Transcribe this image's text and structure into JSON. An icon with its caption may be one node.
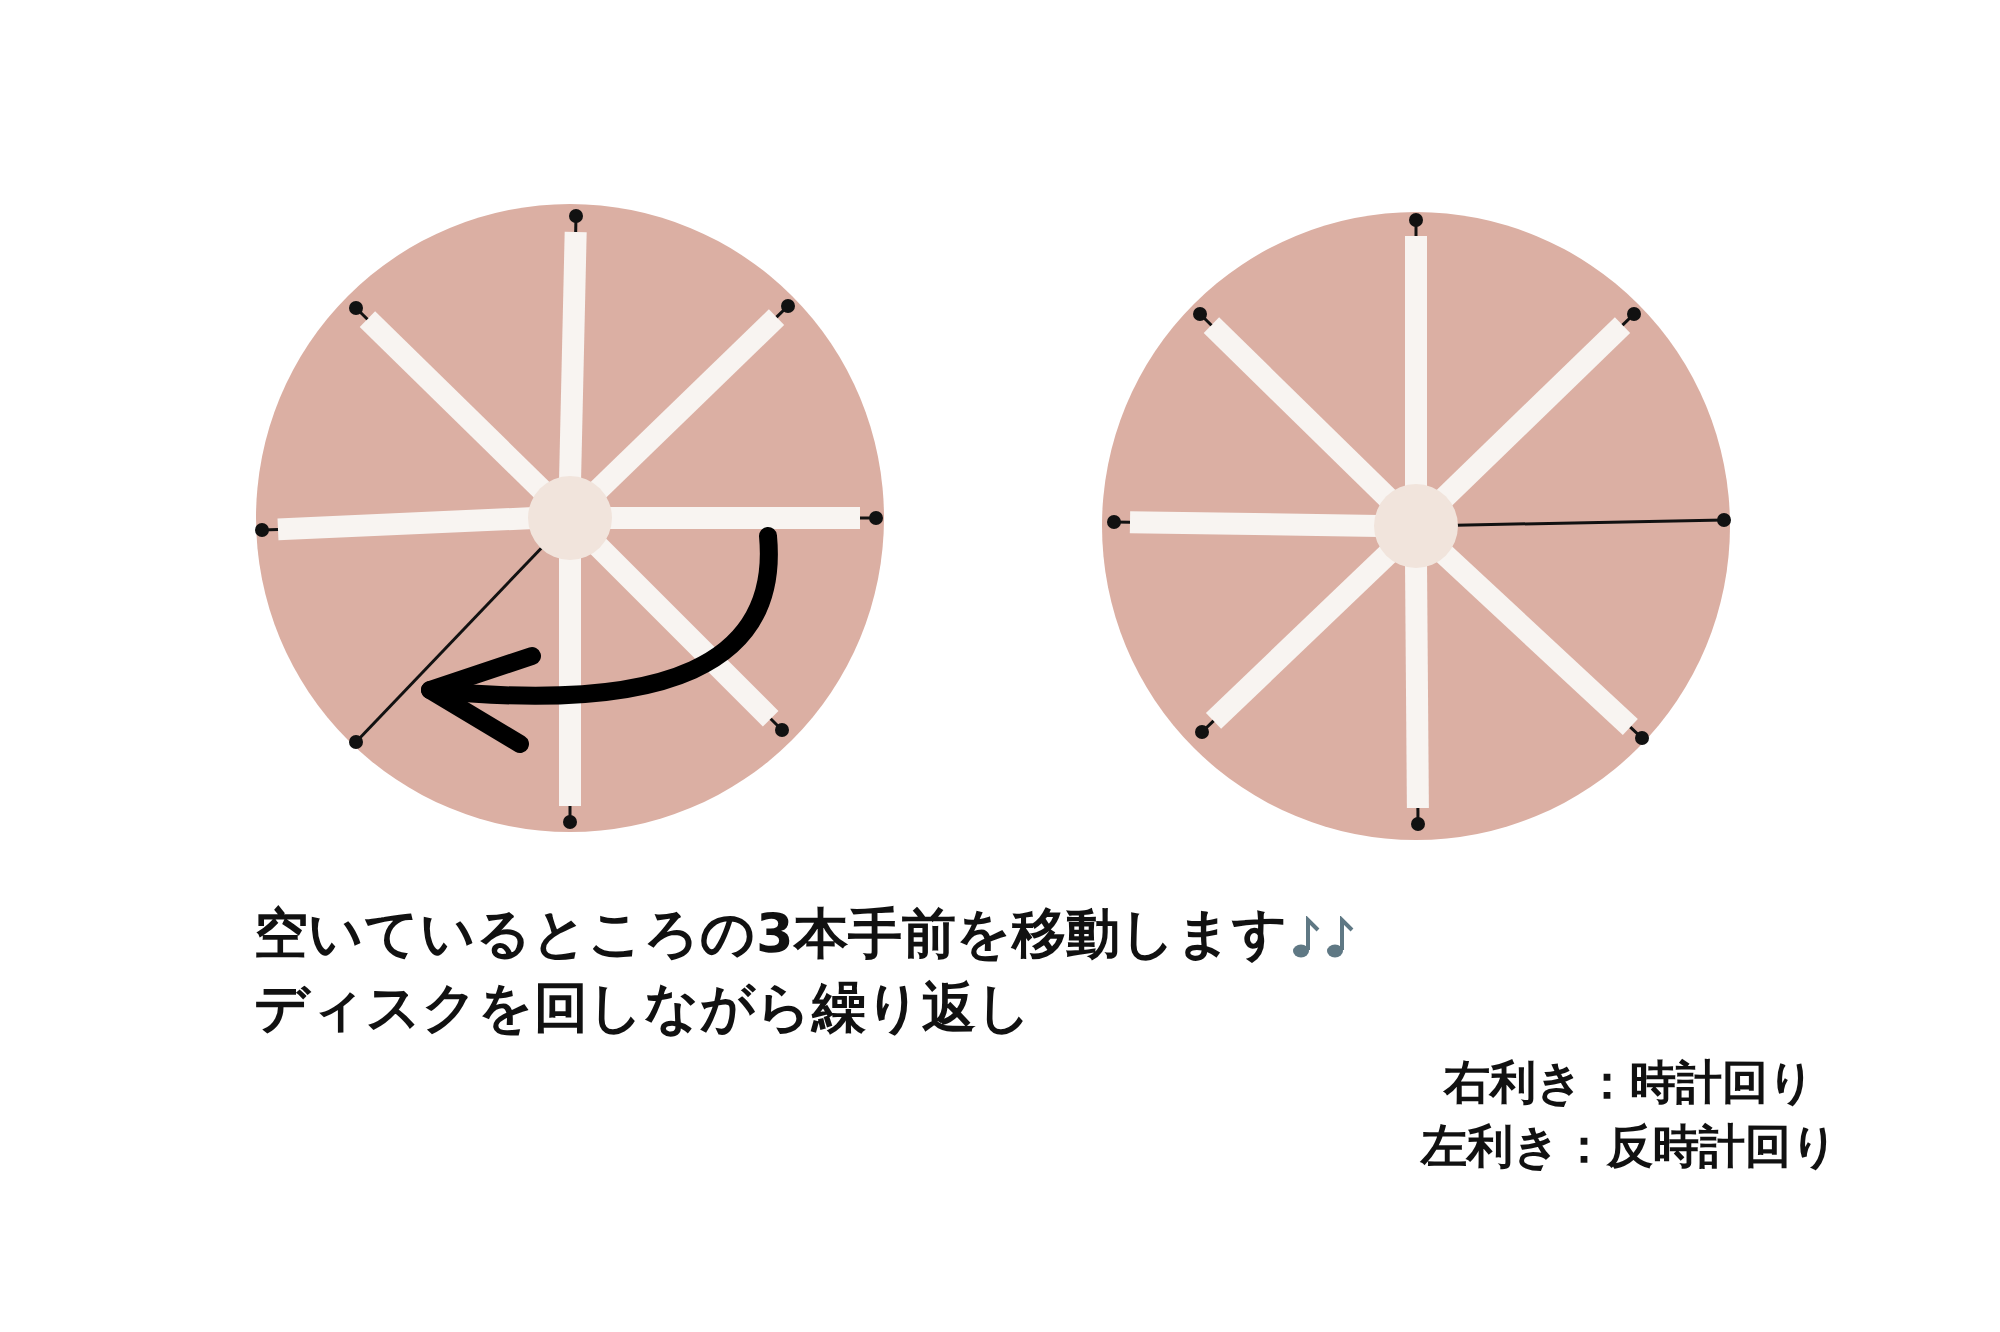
{
  "diagram": {
    "labels": [
      "空いているところの3本手前を移動します",
      "ディスクを回しながら繰り返し",
      "右利き：時計回り",
      "左利き：反時計回り"
    ]
  }
}
